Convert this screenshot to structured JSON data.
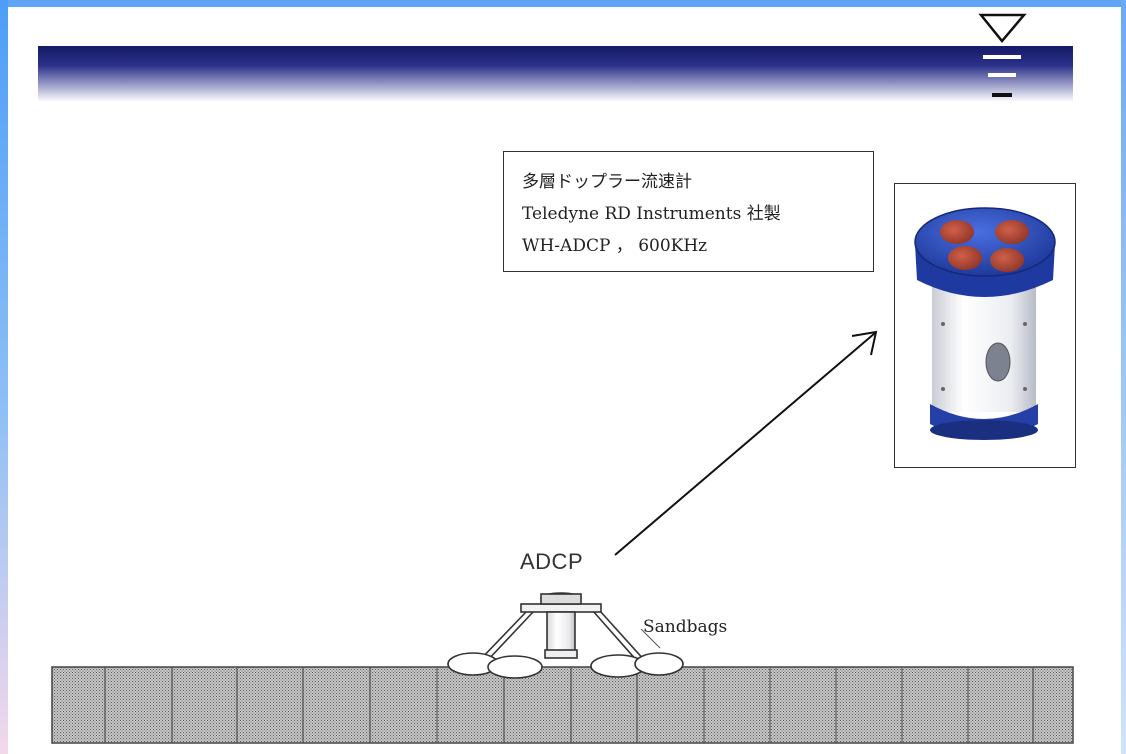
{
  "spec": {
    "line1": "多層ドップラー流速計",
    "line2": "Teledyne RD Instruments 社製",
    "line3": "WH-ADCP ， 600KHz"
  },
  "labels": {
    "adcp": "ADCP",
    "sandbags": "Sandbags"
  },
  "colors": {
    "water_band": "#1b1f6e",
    "instrument_cap": "#2d55c8",
    "transducer": "#b54a35",
    "seabed": "#9a9a9a"
  },
  "icons": {
    "water_level": "water-level-triangle-icon",
    "arrow": "arrow-icon"
  }
}
